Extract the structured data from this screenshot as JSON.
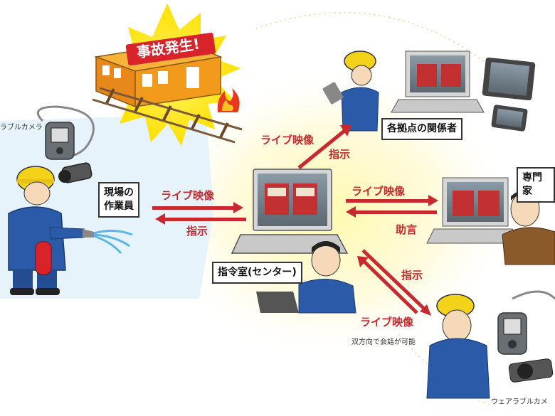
{
  "accident_banner": "事故発生!",
  "labels": {
    "field_worker": "現場の\n作業員",
    "command_room": "指令室(センター)",
    "stakeholders": "各拠点の関係者",
    "expert": "専門家"
  },
  "arrows": {
    "live_video_left": "ライブ映像",
    "instruction_left": "指示",
    "live_video_top": "ライブ映像",
    "instruction_top": "指示",
    "live_video_right": "ライブ映像",
    "advice_right": "助言",
    "instruction_bottom": "指示",
    "live_video_bottom": "ライブ映像"
  },
  "two_way_note": "双方向で会話が可能",
  "camera_left": "ラブルカメラ",
  "camera_right": "ウェアラブルカメ"
}
